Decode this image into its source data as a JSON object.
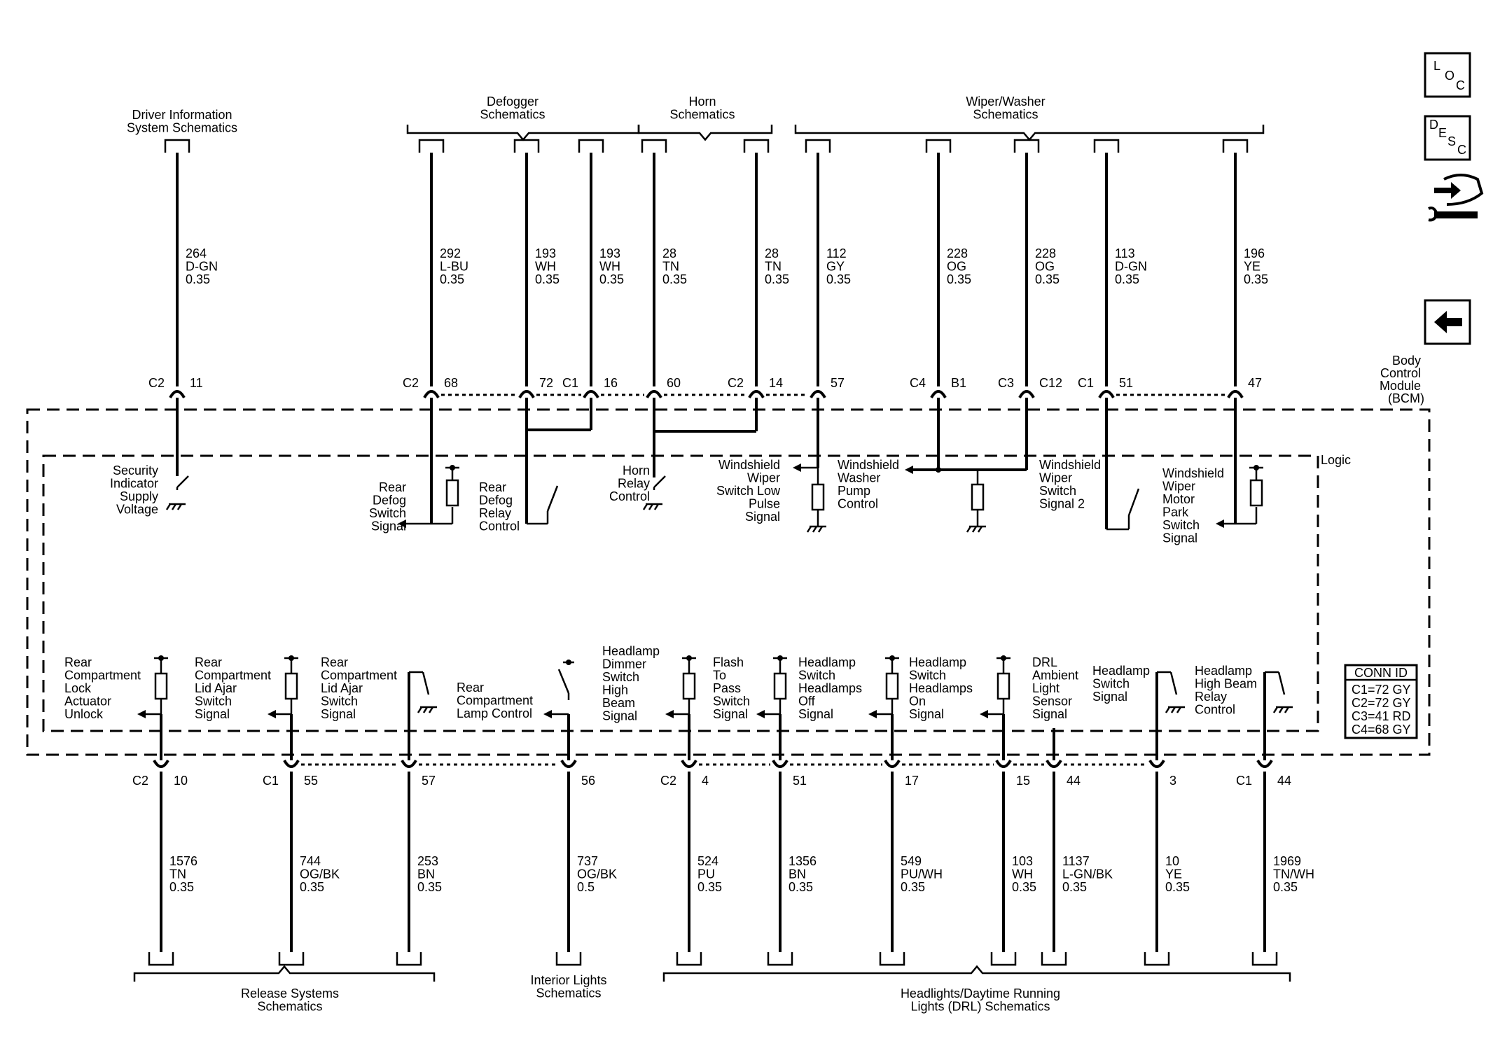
{
  "header_groups": [
    {
      "label": [
        "Driver Information",
        "System Schematics"
      ]
    },
    {
      "label": [
        "Defogger",
        "Schematics"
      ]
    },
    {
      "label": [
        "Horn",
        "Schematics"
      ]
    },
    {
      "label": [
        "Wiper/Washer",
        "Schematics"
      ]
    }
  ],
  "footer_groups": [
    {
      "label": [
        "Release Systems",
        "Schematics"
      ]
    },
    {
      "label": [
        "Interior Lights",
        "Schematics"
      ]
    },
    {
      "label": [
        "Headlights/Daytime Running",
        "Lights (DRL) Schematics"
      ]
    }
  ],
  "module": {
    "label": [
      "Body",
      "Control",
      "Module",
      "(BCM)"
    ],
    "logic_label": "Logic"
  },
  "conn_id": {
    "title": "CONN ID",
    "rows": [
      "C1=72 GY",
      "C2=72 GY",
      "C3=41 RD",
      "C4=68 GY"
    ]
  },
  "nav": {
    "loc": [
      "L",
      "O",
      "C"
    ],
    "desc": [
      "D",
      "E",
      "S",
      "C"
    ]
  },
  "top_wires": [
    {
      "circuit": "264",
      "color": "D-GN",
      "gauge": "0.35",
      "conn": "C2",
      "pin": "11"
    },
    {
      "circuit": "292",
      "color": "L-BU",
      "gauge": "0.35",
      "conn": "C2",
      "pin": "68"
    },
    {
      "circuit": "193",
      "color": "WH",
      "gauge": "0.35",
      "conn": "",
      "pin": "72"
    },
    {
      "circuit": "193",
      "color": "WH",
      "gauge": "0.35",
      "conn": "C1",
      "pin": "16"
    },
    {
      "circuit": "28",
      "color": "TN",
      "gauge": "0.35",
      "conn": "",
      "pin": "60"
    },
    {
      "circuit": "28",
      "color": "TN",
      "gauge": "0.35",
      "conn": "C2",
      "pin": "14"
    },
    {
      "circuit": "112",
      "color": "GY",
      "gauge": "0.35",
      "conn": "",
      "pin": "57"
    },
    {
      "circuit": "228",
      "color": "OG",
      "gauge": "0.35",
      "conn": "C4",
      "pin": "B1"
    },
    {
      "circuit": "228",
      "color": "OG",
      "gauge": "0.35",
      "conn": "C3",
      "pin": "C12"
    },
    {
      "circuit": "113",
      "color": "D-GN",
      "gauge": "0.35",
      "conn": "C1",
      "pin": "51"
    },
    {
      "circuit": "196",
      "color": "YE",
      "gauge": "0.35",
      "conn": "",
      "pin": "47"
    }
  ],
  "bottom_wires": [
    {
      "circuit": "1576",
      "color": "TN",
      "gauge": "0.35",
      "conn": "C2",
      "pin": "10"
    },
    {
      "circuit": "744",
      "color": "OG/BK",
      "gauge": "0.35",
      "conn": "C1",
      "pin": "55"
    },
    {
      "circuit": "253",
      "color": "BN",
      "gauge": "0.35",
      "conn": "",
      "pin": "57"
    },
    {
      "circuit": "737",
      "color": "OG/BK",
      "gauge": "0.5",
      "conn": "",
      "pin": "56"
    },
    {
      "circuit": "524",
      "color": "PU",
      "gauge": "0.35",
      "conn": "C2",
      "pin": "4"
    },
    {
      "circuit": "1356",
      "color": "BN",
      "gauge": "0.35",
      "conn": "",
      "pin": "51"
    },
    {
      "circuit": "549",
      "color": "PU/WH",
      "gauge": "0.35",
      "conn": "",
      "pin": "17"
    },
    {
      "circuit": "103",
      "color": "WH",
      "gauge": "0.35",
      "conn": "",
      "pin": "15"
    },
    {
      "circuit": "1137",
      "color": "L-GN/BK",
      "gauge": "0.35",
      "conn": "",
      "pin": "44"
    },
    {
      "circuit": "10",
      "color": "YE",
      "gauge": "0.35",
      "conn": "",
      "pin": "3"
    },
    {
      "circuit": "1969",
      "color": "TN/WH",
      "gauge": "0.35",
      "conn": "C1",
      "pin": "44"
    }
  ],
  "top_functions": [
    [
      "Security",
      "Indicator",
      "Supply",
      "Voltage"
    ],
    [
      "Rear",
      "Defog",
      "Switch",
      "Signal"
    ],
    [
      "Rear",
      "Defog",
      "Relay",
      "Control"
    ],
    [
      "Horn",
      "Relay",
      "Control"
    ],
    [
      "Windshield",
      "Wiper",
      "Switch Low",
      "Pulse",
      "Signal"
    ],
    [
      "Windshield",
      "Washer",
      "Pump",
      "Control"
    ],
    [
      "Windshield",
      "Wiper",
      "Switch",
      "Signal 2"
    ],
    [
      "Windshield",
      "Wiper",
      "Motor",
      "Park",
      "Switch",
      "Signal"
    ]
  ],
  "bottom_functions": [
    [
      "Rear",
      "Compartment",
      "Lock",
      "Actuator",
      "Unlock"
    ],
    [
      "Rear",
      "Compartment",
      "Lid Ajar",
      "Switch",
      "Signal"
    ],
    [
      "Rear",
      "Compartment",
      "Lid Ajar",
      "Switch",
      "Signal"
    ],
    [
      "Rear",
      "Compartment",
      "Lamp Control"
    ],
    [
      "Headlamp",
      "Dimmer",
      "Switch",
      "High",
      "Beam",
      "Signal"
    ],
    [
      "Flash",
      "To",
      "Pass",
      "Switch",
      "Signal"
    ],
    [
      "Headlamp",
      "Switch",
      "Headlamps",
      "Off",
      "Signal"
    ],
    [
      "Headlamp",
      "Switch",
      "Headlamps",
      "On",
      "Signal"
    ],
    [
      "DRL",
      "Ambient",
      "Light",
      "Sensor",
      "Signal"
    ],
    [
      "Headlamp",
      "Switch",
      "Signal"
    ],
    [
      "Headlamp",
      "High Beam",
      "Relay",
      "Control"
    ]
  ]
}
